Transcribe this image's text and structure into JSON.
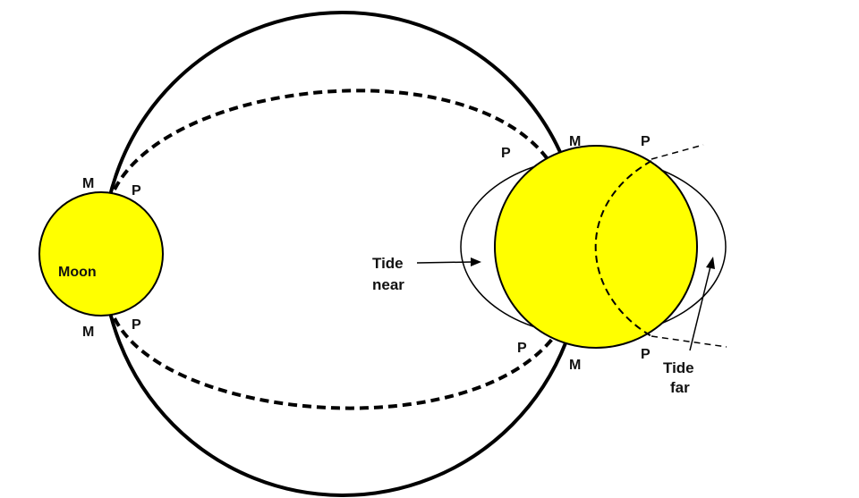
{
  "colors": {
    "body_fill": "#ffff00",
    "outline": "#000000",
    "background": "#ffffff"
  },
  "labels": {
    "moon": "Moon",
    "m": "M",
    "p": "P",
    "tide_near_line1": "Tide",
    "tide_near_line2": "near",
    "tide_far_line1": "Tide",
    "tide_far_line2": "far"
  }
}
